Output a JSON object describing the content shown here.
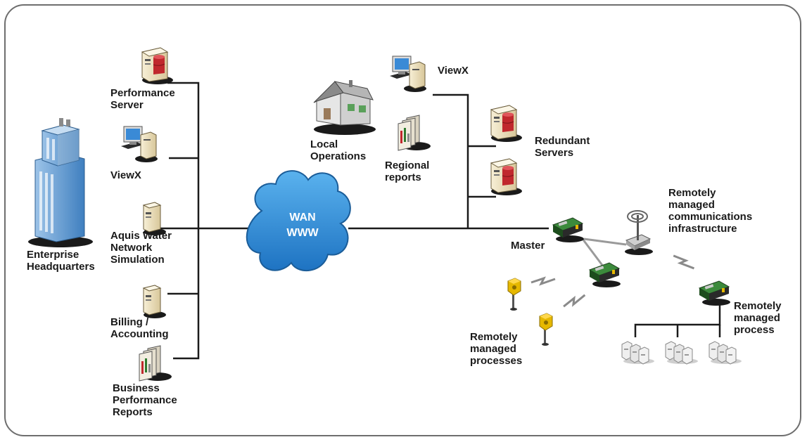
{
  "labels": {
    "performance_server": "Performance\nServer",
    "viewx_left": "ViewX",
    "aquis": "Aquis Water\nNetwork\nSimulation",
    "billing": "Billing /\nAccounting",
    "business_reports": "Business\nPerformance\nReports",
    "enterprise_hq": "Enterprise\nHeadquarters",
    "wan_line1": "WAN",
    "wan_line2": "WWW",
    "local_operations": "Local\nOperations",
    "viewx_top": "ViewX",
    "regional_reports": "Regional\nreports",
    "redundant_servers": "Redundant\nServers",
    "comms_infra": "Remotely\nmanaged\ncommunications\ninfrastructure",
    "master": "Master",
    "remote_processes": "Remotely\nmanaged\nprocesses",
    "remote_process": "Remotely\nmanaged\nprocess"
  },
  "icons": {
    "building": "office-building-icon",
    "server": "database-server-icon",
    "workstation": "workstation-icon",
    "pc": "pc-tower-icon",
    "reports": "reports-icon",
    "house": "house-icon",
    "cloud": "cloud-icon",
    "rtu": "rtu-controller-icon",
    "radio": "radio-tower-icon",
    "sensor": "sensor-icon",
    "devices": "field-devices-icon"
  },
  "colors": {
    "frame": "#6e6e6e",
    "cloud": "#2f8fd8",
    "server_red": "#c0282d",
    "sensor_yellow": "#e6b800",
    "rtu_green": "#2f7a2f",
    "line": "#1a1a1a"
  }
}
